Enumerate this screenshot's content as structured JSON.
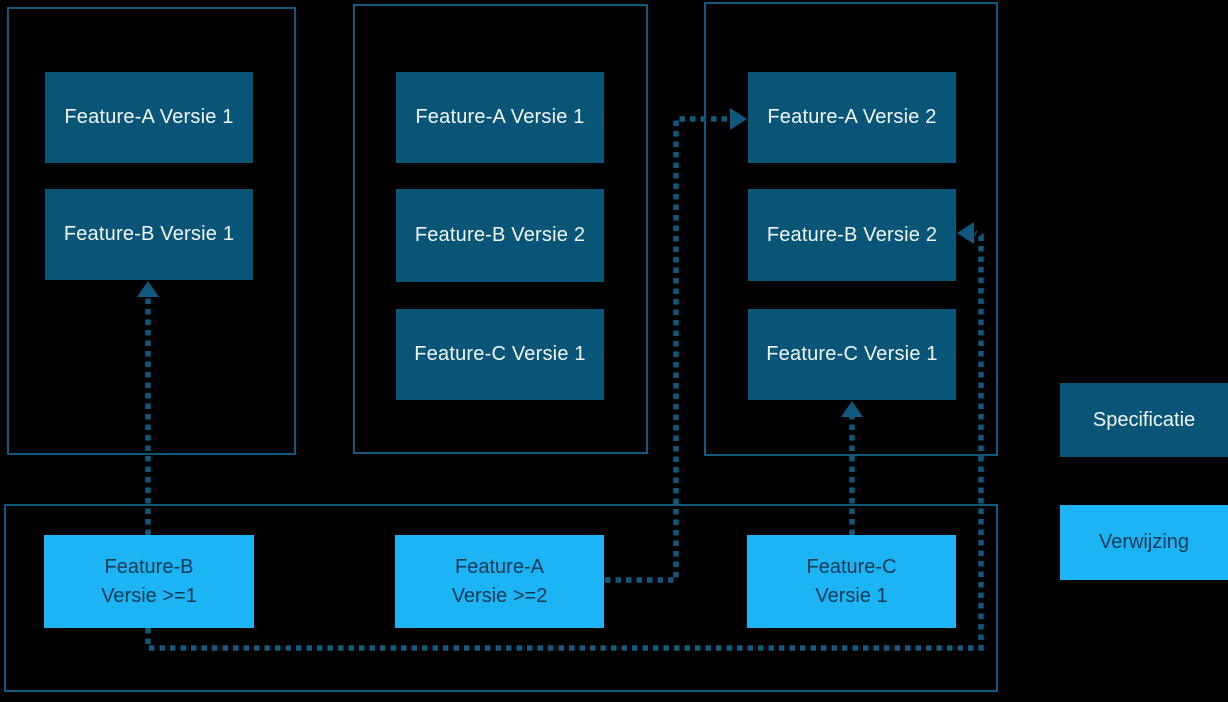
{
  "diagram": {
    "specifications": [
      {
        "name": "specification-1",
        "features": [
          {
            "label": "Feature-A Versie 1"
          },
          {
            "label": "Feature-B Versie 1"
          }
        ]
      },
      {
        "name": "specification-2",
        "features": [
          {
            "label": "Feature-A Versie 1"
          },
          {
            "label": "Feature-B Versie 2"
          },
          {
            "label": "Feature-C Versie 1"
          }
        ]
      },
      {
        "name": "specification-3",
        "features": [
          {
            "label": "Feature-A Versie 2"
          },
          {
            "label": "Feature-B Versie 2"
          },
          {
            "label": "Feature-C Versie 1"
          }
        ]
      }
    ],
    "references": [
      {
        "name": "reference-feature-b",
        "lines": [
          "Feature-B",
          "Versie >=1"
        ]
      },
      {
        "name": "reference-feature-a",
        "lines": [
          "Feature-A",
          "Versie >=2"
        ]
      },
      {
        "name": "reference-feature-c",
        "lines": [
          "Feature-C",
          "Versie 1"
        ]
      }
    ],
    "legend": {
      "specification_label": "Specificatie",
      "reference_label": "Verwijzing"
    },
    "edges": [
      {
        "from": "reference-feature-b",
        "to": "specification-1 Feature-B Versie 1",
        "style": "dotted-arrow"
      },
      {
        "from": "reference-feature-a",
        "to": "specification-3 Feature-A Versie 2",
        "style": "dotted-arrow"
      },
      {
        "from": "reference-feature-b",
        "to": "specification-3 Feature-B Versie 2",
        "style": "dotted-arrow"
      },
      {
        "from": "reference-feature-c",
        "to": "specification-3 Feature-C Versie 1",
        "style": "dotted-arrow"
      }
    ],
    "colors": {
      "background": "#000000",
      "container_border": "#11587e",
      "specification_fill": "#085578",
      "reference_fill": "#1cb4f5",
      "line": "#11587e",
      "specification_text": "#f2f6f8",
      "reference_text": "#0d3a55"
    }
  }
}
